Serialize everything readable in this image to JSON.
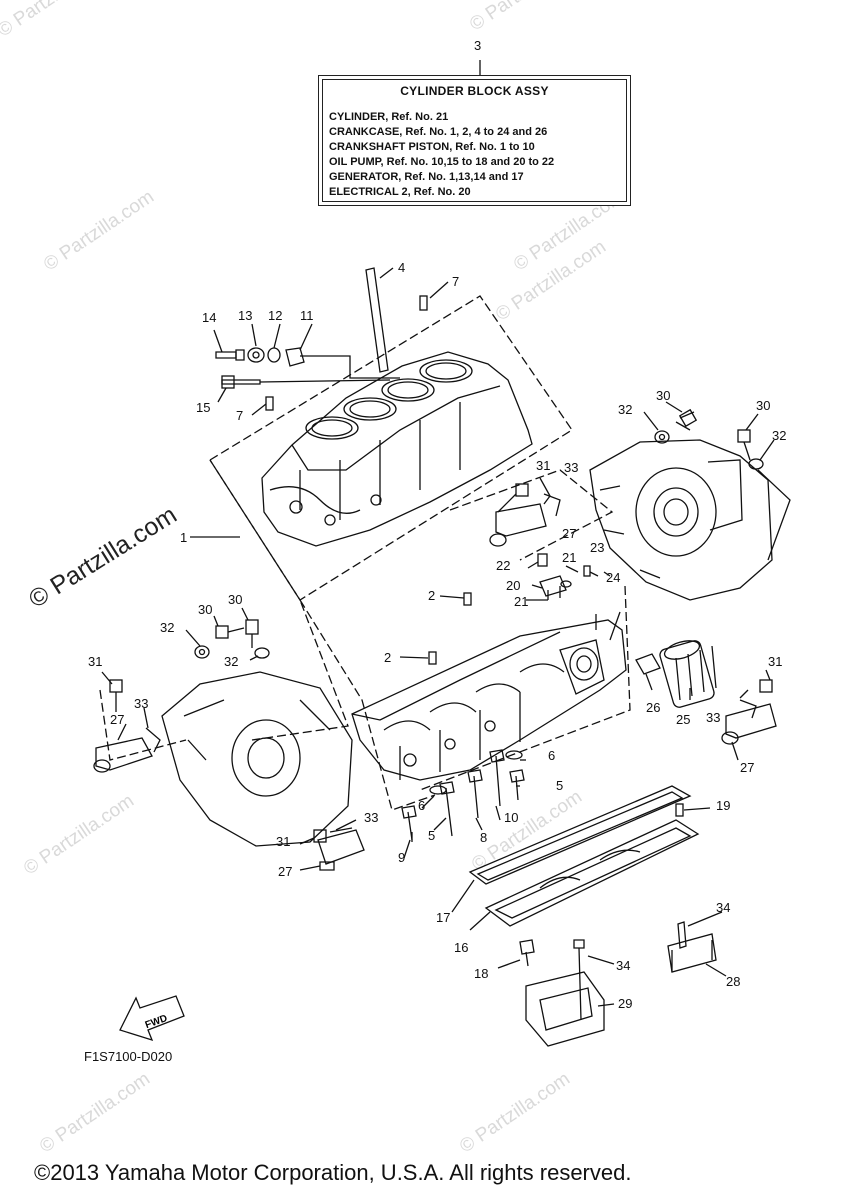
{
  "callout": {
    "number": "3",
    "title": "CYLINDER BLOCK ASSY",
    "lines": [
      "CYLINDER, Ref. No. 21",
      "CRANKCASE, Ref. No. 1, 2, 4 to 24 and 26",
      "CRANKSHAFT PISTON, Ref. No. 1 to 10",
      "OIL PUMP, Ref. No. 10,15 to 18 and 20 to 22",
      "GENERATOR, Ref. No. 1,13,14 and 17",
      "ELECTRICAL 2, Ref. No. 20"
    ]
  },
  "watermark": "© Partzilla.com",
  "diagram_code": "F1S7100-D020",
  "fwd_label": "FWD",
  "copyright": "©2013 Yamaha Motor Corporation, U.S.A. All rights reserved.",
  "part_labels": [
    "1",
    "2",
    "2",
    "4",
    "5",
    "5",
    "6",
    "6",
    "7",
    "7",
    "8",
    "9",
    "10",
    "11",
    "12",
    "13",
    "14",
    "15",
    "16",
    "17",
    "18",
    "19",
    "20",
    "21",
    "21",
    "22",
    "23",
    "24",
    "25",
    "26",
    "27",
    "27",
    "27",
    "27",
    "28",
    "29",
    "30",
    "30",
    "30",
    "30",
    "31",
    "31",
    "31",
    "31",
    "32",
    "32",
    "32",
    "32",
    "33",
    "33",
    "33",
    "33",
    "34",
    "34"
  ]
}
